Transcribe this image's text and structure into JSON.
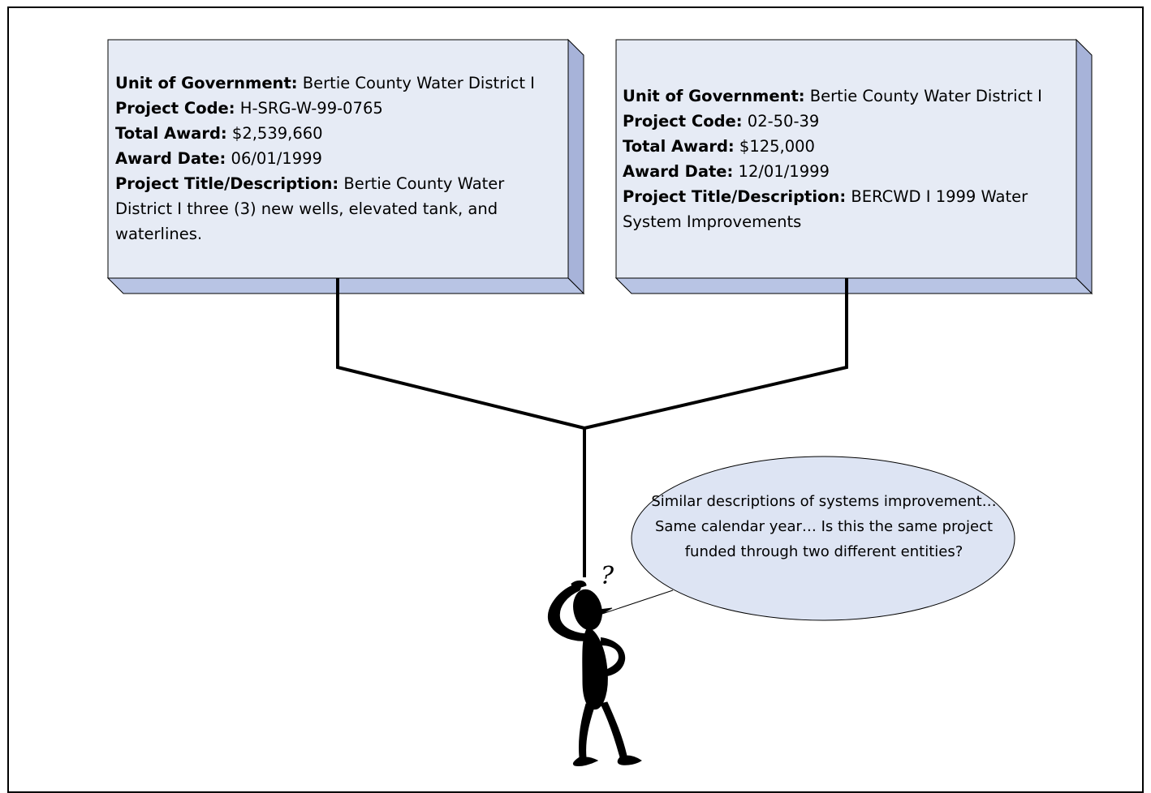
{
  "cards": [
    {
      "fields": [
        {
          "label": "Unit of Government:",
          "value": "Bertie County Water District I"
        },
        {
          "label": "Project Code:",
          "value": "H-SRG-W-99-0765"
        },
        {
          "label": "Total Award:",
          "value": "$2,539,660"
        },
        {
          "label": "Award Date:",
          "value": "06/01/1999"
        },
        {
          "label": "Project Title/Description:",
          "value": "Bertie County Water District I three (3) new wells, elevated tank, and waterlines."
        }
      ]
    },
    {
      "fields": [
        {
          "label": "Unit of Government:",
          "value": "Bertie County Water District I"
        },
        {
          "label": "Project Code:",
          "value": "02-50-39"
        },
        {
          "label": "Total Award:",
          "value": "$125,000"
        },
        {
          "label": "Award Date:",
          "value": "12/01/1999"
        },
        {
          "label": "Project Title/Description:",
          "value": "BERCWD I 1999 Water System Improvements"
        }
      ]
    }
  ],
  "bubble": {
    "text": "Similar descriptions of systems improvement… Same calendar year… Is this the same project funded through two different entities?"
  },
  "figure": {
    "question_mark": "?"
  },
  "colors": {
    "card_face": "#e6ebf5",
    "card_side": "#a7b3d9",
    "card_bottom": "#b8c4e4",
    "bubble_fill": "#dde4f3",
    "line": "#000000"
  }
}
